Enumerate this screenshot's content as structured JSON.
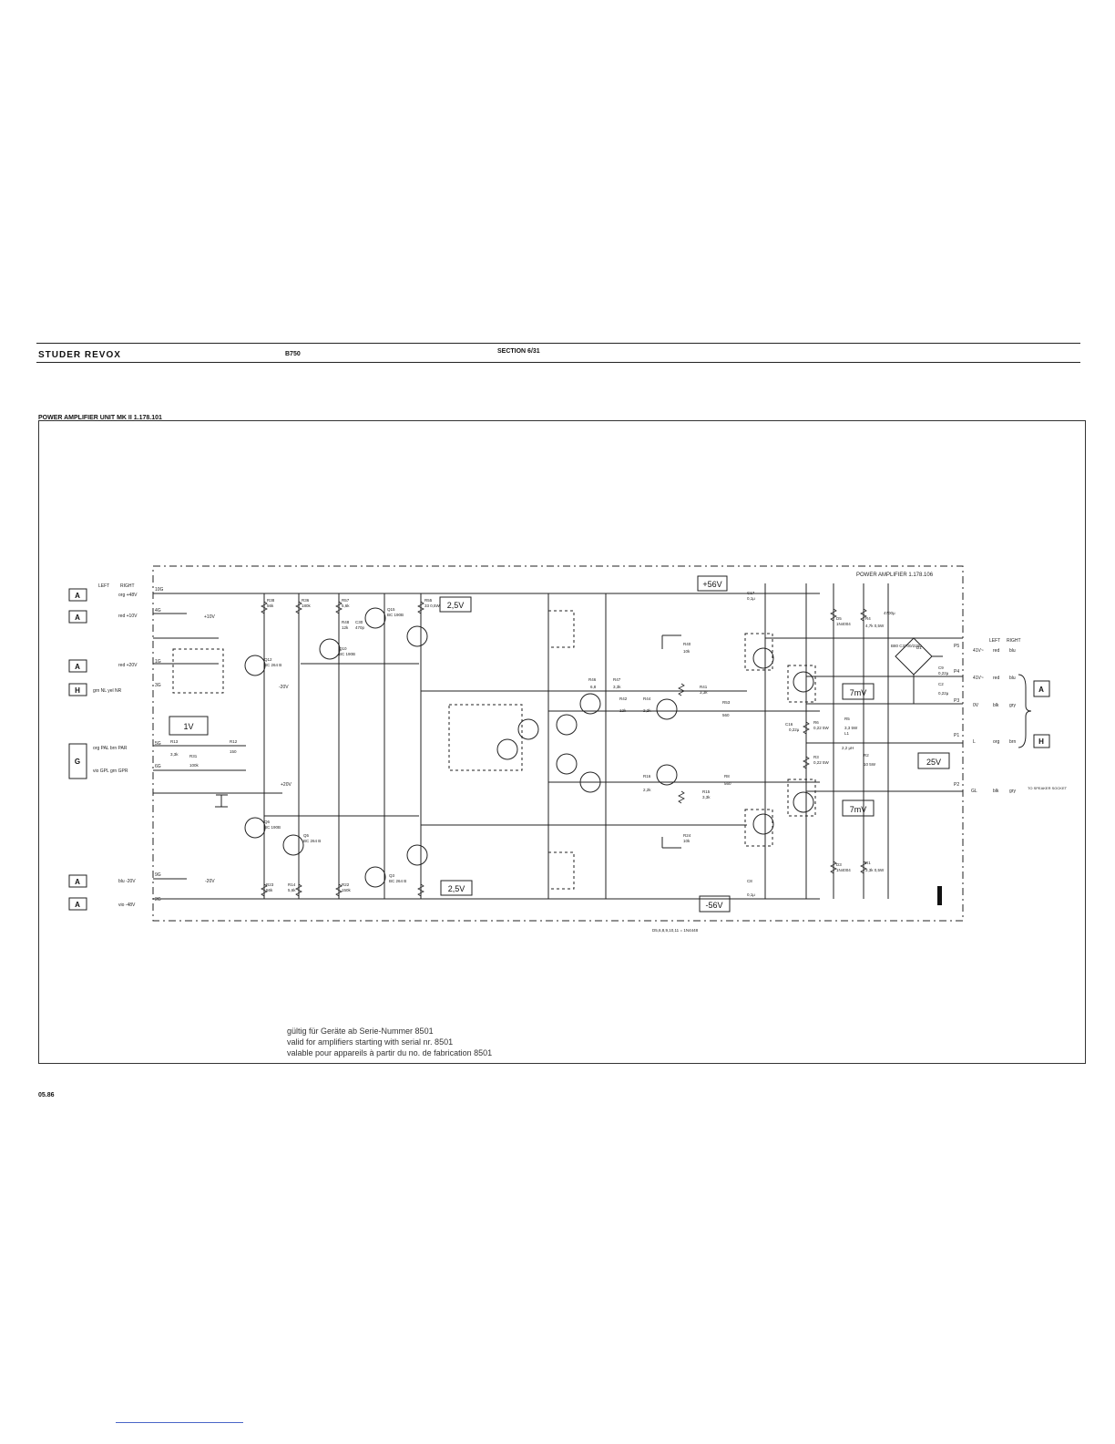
{
  "header": {
    "brand": "STUDER REVOX",
    "model": "B750",
    "section": "SECTION 6/31"
  },
  "sheet": {
    "title": "POWER AMPLIFIER UNIT MK II 1.178.101",
    "board_label": "POWER AMPLIFIER 1.178.106",
    "sheet_letter": "I"
  },
  "connectors_left": {
    "header": [
      "LEFT",
      "RIGHT"
    ],
    "rows": [
      {
        "tag": "A",
        "wire": "org +48V",
        "pin": "10G"
      },
      {
        "tag": "A",
        "wire": "red +10V",
        "pin": "4G"
      },
      {
        "tag": "A",
        "wire": "red +20V",
        "pin": "1G"
      },
      {
        "tag": "H",
        "wire": "grn NL   yel NR",
        "pin": "3G"
      },
      {
        "tag": "G",
        "wire": "org PAL  brn PAR",
        "pin": "5G"
      },
      {
        "tag": "G",
        "wire": "vio GPL  grn GPR",
        "pin": "6G"
      },
      {
        "tag": "A",
        "wire": "blu -20V",
        "pin": "9G"
      },
      {
        "tag": "A",
        "wire": "vio -48V",
        "pin": "2G"
      }
    ]
  },
  "connectors_right": {
    "header": [
      "LEFT",
      "RIGHT"
    ],
    "rows": [
      {
        "pin": "P5",
        "signal": "41V~",
        "left": "red",
        "right": "blu"
      },
      {
        "pin": "P4",
        "signal": "41V~",
        "left": "red",
        "right": "blu"
      },
      {
        "pin": "P3",
        "signal": "0V",
        "left": "blk",
        "right": "gry"
      },
      {
        "pin": "P1",
        "signal": "L",
        "left": "org",
        "right": "brn"
      },
      {
        "pin": "P2",
        "signal": "GL",
        "left": "blk",
        "right": "gry"
      }
    ],
    "tag_a": "A",
    "tag_h": "H",
    "speaker_note": "TO SPEAKER SOCKET"
  },
  "voltage_boxes": {
    "plus": "+56V",
    "minus": "-56V",
    "bias_top": "2,5V",
    "bias_bottom": "2,5V",
    "out_top": "7mV",
    "out_bottom": "7mV",
    "out": "25V",
    "input": "1V"
  },
  "supply_labels": {
    "p10": "+10V",
    "p20": "+20V",
    "m20": "-20V",
    "m20b": "-20V"
  },
  "components": [
    {
      "ref": "R38",
      "val": "56k"
    },
    {
      "ref": "R36",
      "val": "180k"
    },
    {
      "ref": "R57",
      "val": "5,6k"
    },
    {
      "ref": "R48",
      "val": "12k"
    },
    {
      "ref": "C30",
      "val": "470p"
    },
    {
      "ref": "R55",
      "val": "33 0,5W"
    },
    {
      "ref": "Q15",
      "val": "BC 190B"
    },
    {
      "ref": "Q10",
      "val": "BC 190B"
    },
    {
      "ref": "Q12",
      "val": "BC 264 B"
    },
    {
      "ref": "Q6",
      "val": "BC 190B"
    },
    {
      "ref": "Q5",
      "val": "BC 264 B"
    },
    {
      "ref": "Q3",
      "val": "BC 264 B"
    },
    {
      "ref": "R13",
      "val": "3,3k"
    },
    {
      "ref": "R31",
      "val": "100k"
    },
    {
      "ref": "R12",
      "val": "150"
    },
    {
      "ref": "R23",
      "val": "56k"
    },
    {
      "ref": "R14",
      "val": "5,6k"
    },
    {
      "ref": "R22",
      "val": "150k"
    },
    {
      "ref": "R46",
      "val": "6,8"
    },
    {
      "ref": "R47",
      "val": "3,3k"
    },
    {
      "ref": "R42",
      "val": "12k"
    },
    {
      "ref": "R44",
      "val": "2,2k"
    },
    {
      "ref": "R53",
      "val": "560"
    },
    {
      "ref": "R41",
      "val": "3,3k"
    },
    {
      "ref": "R16",
      "val": "2,2k"
    },
    {
      "ref": "R8",
      "val": "560"
    },
    {
      "ref": "R15",
      "val": "3,3k"
    },
    {
      "ref": "R40",
      "val": "10k"
    },
    {
      "ref": "R24",
      "val": "10k"
    },
    {
      "ref": "R6",
      "val": "0,22 5W"
    },
    {
      "ref": "R3",
      "val": "0,22 5W"
    },
    {
      "ref": "R5",
      "val": "3,3 5W"
    },
    {
      "ref": "R2",
      "val": "10 5W"
    },
    {
      "ref": "L1",
      "val": "2,2 μH"
    },
    {
      "ref": "C13",
      "val": "4700μ"
    },
    {
      "ref": "C9",
      "val": "0,22μ"
    },
    {
      "ref": "D1",
      "val": "B80 C3700/2200"
    },
    {
      "ref": "R4",
      "val": "4,7k 0,5W"
    },
    {
      "ref": "R1",
      "val": "3,3k 0,5W"
    },
    {
      "ref": "D3",
      "val": "1N4004"
    },
    {
      "ref": "D5",
      "val": "1N4004"
    },
    {
      "ref": "C17",
      "val": "0,1μ"
    },
    {
      "ref": "C8",
      "val": "0,1μ"
    },
    {
      "ref": "C16",
      "val": "0,22μ"
    },
    {
      "ref": "C2",
      "val": "0,22μ"
    }
  ],
  "footnote": "D5,6,8,9,10,11 = 1N4448",
  "notes": [
    "gültig für Geräte ab Serie-Nummer 8501",
    "valid for amplifiers starting with serial nr. 8501",
    "valable pour appareils à partir du no. de fabrication 8501"
  ],
  "date": "05.86"
}
